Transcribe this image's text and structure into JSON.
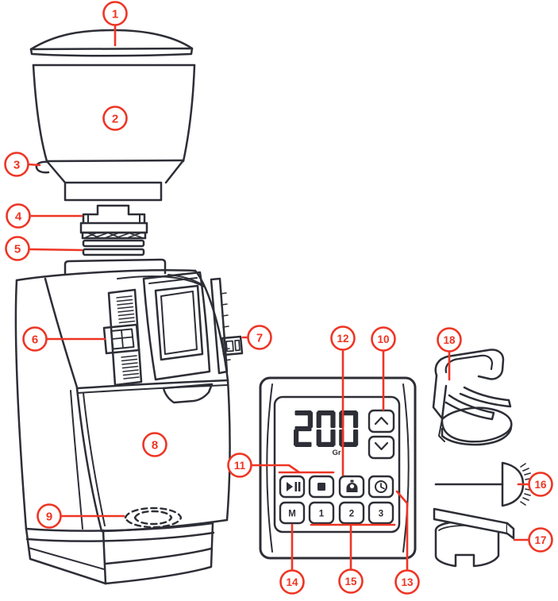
{
  "diagram": {
    "subject": "coffee-grinder-parts-diagram",
    "colors": {
      "line": "#2d2e36",
      "accent_red": "#ee3524",
      "background": "#ffffff"
    }
  },
  "callouts": [
    {
      "number": "1"
    },
    {
      "number": "2"
    },
    {
      "number": "3"
    },
    {
      "number": "4"
    },
    {
      "number": "5"
    },
    {
      "number": "6"
    },
    {
      "number": "7"
    },
    {
      "number": "8"
    },
    {
      "number": "9"
    },
    {
      "number": "10"
    },
    {
      "number": "11"
    },
    {
      "number": "12"
    },
    {
      "number": "13"
    },
    {
      "number": "14"
    },
    {
      "number": "15"
    },
    {
      "number": "16"
    },
    {
      "number": "17"
    },
    {
      "number": "18"
    }
  ],
  "control_panel": {
    "display_value": "200",
    "display_unit": "Gr",
    "buttons": {
      "up_icon": "chevron-up",
      "down_icon": "chevron-down",
      "start_pause_icon": "play-pause",
      "stop_icon": "stop-square",
      "dose_icon": "scale",
      "timer_icon": "clock",
      "memory_label": "M",
      "preset1_label": "1",
      "preset2_label": "2",
      "preset3_label": "3"
    }
  }
}
